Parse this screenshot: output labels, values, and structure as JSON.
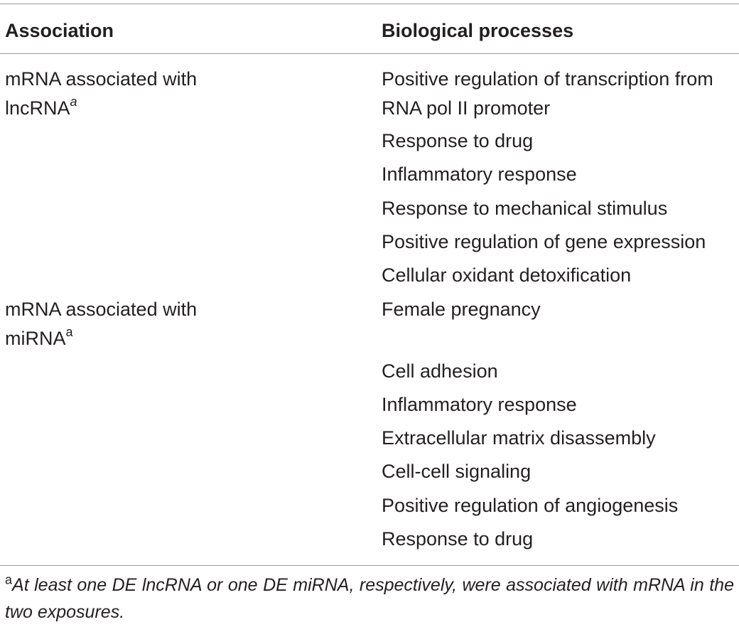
{
  "table": {
    "headers": {
      "association": "Association",
      "processes": "Biological processes"
    },
    "groups": [
      {
        "association_line1": "mRNA associated with",
        "association_line2": "lncRNA",
        "association_sup": "a",
        "processes": [
          "Positive regulation of transcription from",
          "RNA pol II promoter",
          "Response to drug",
          "Inflammatory response",
          "Response to mechanical stimulus",
          "Positive regulation of gene expression",
          "Cellular oxidant detoxification"
        ]
      },
      {
        "association_line1": "mRNA associated with",
        "association_line2": "miRNA",
        "association_sup": "a",
        "processes": [
          "Female pregnancy",
          "Cell adhesion",
          "Inflammatory response",
          "Extracellular matrix disassembly",
          "Cell-cell signaling",
          "Positive regulation of angiogenesis",
          "Response to drug"
        ]
      }
    ]
  },
  "footnote": {
    "mark": "a",
    "text": "At least one DE lncRNA or one DE miRNA, respectively, were associated with mRNA in the two exposures."
  }
}
